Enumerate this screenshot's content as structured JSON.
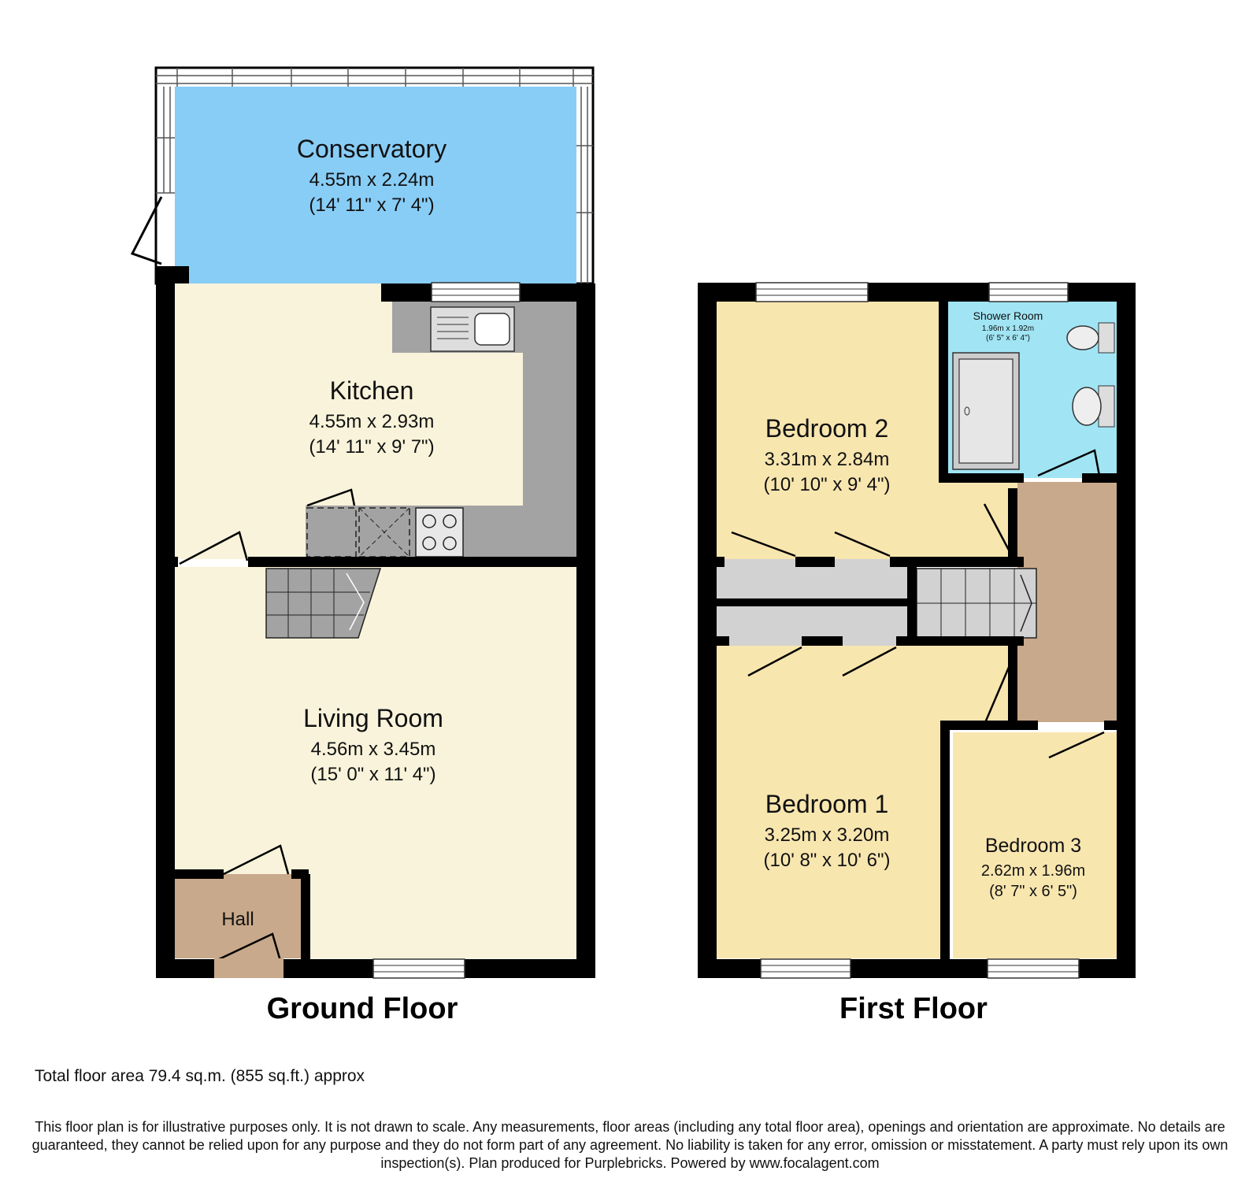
{
  "ground_floor": {
    "title": "Ground Floor",
    "rooms": {
      "conservatory": {
        "name": "Conservatory",
        "metric": "4.55m x 2.24m",
        "imperial": "(14' 11\" x 7' 4\")"
      },
      "kitchen": {
        "name": "Kitchen",
        "metric": "4.55m x 2.93m",
        "imperial": "(14' 11\" x 9' 7\")"
      },
      "living_room": {
        "name": "Living Room",
        "metric": "4.56m x 3.45m",
        "imperial": "(15' 0\" x 11' 4\")"
      },
      "hall": {
        "name": "Hall"
      }
    }
  },
  "first_floor": {
    "title": "First Floor",
    "rooms": {
      "bedroom_2": {
        "name": "Bedroom 2",
        "metric": "3.31m x 2.84m",
        "imperial": "(10' 10\" x 9' 4\")"
      },
      "shower_room": {
        "name": "Shower Room",
        "metric": "1.96m x 1.92m",
        "imperial": "(6' 5\" x 6' 4\")"
      },
      "bedroom_1": {
        "name": "Bedroom 1",
        "metric": "3.25m x 3.20m",
        "imperial": "(10' 8\" x 10' 6\")"
      },
      "bedroom_3": {
        "name": "Bedroom 3",
        "metric": "2.62m x 1.96m",
        "imperial": "(8' 7\" x 6' 5\")"
      }
    }
  },
  "total_area": "Total floor area 79.4 sq.m. (855 sq.ft.) approx",
  "disclaimer": "This floor plan is for illustrative purposes only. It is not drawn to scale. Any measurements, floor areas (including any total floor area), openings and orientation are approximate. No details are guaranteed, they cannot be relied upon for any purpose and they do not form part of any agreement. No liability is taken for any error, omission or misstatement. A party must rely upon its own inspection(s). Plan produced for Purplebricks. Powered by www.focalagent.com",
  "colors": {
    "wall": "#000000",
    "conservatory": "#88CDF6",
    "kitchen": "#F8F3DA",
    "living_room": "#F8F3DA",
    "hall": "#C8A98B",
    "bedroom": "#F8E6AF",
    "shower_room": "#A1E5F4",
    "landing": "#C8A98B",
    "worktop": "#A3A3A3",
    "stairs": "#D2D2D2"
  }
}
